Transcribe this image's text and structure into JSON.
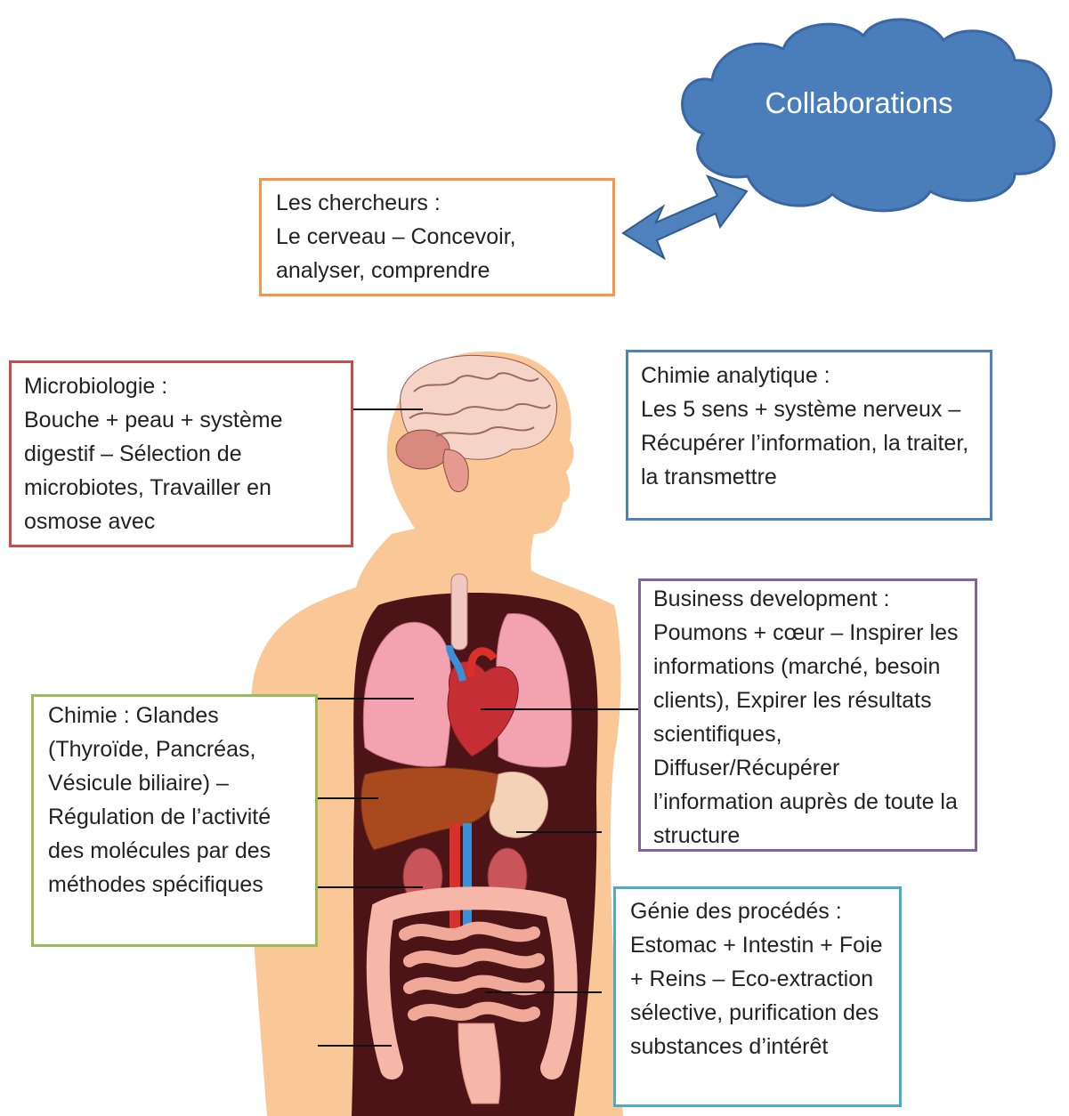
{
  "cloud": {
    "label": "Collaborations",
    "fill": "#4a7ebb",
    "stroke": "#3a67a3"
  },
  "arrow": {
    "fill": "#4f81bd",
    "stroke": "#2f5b95"
  },
  "boxes": {
    "chercheurs": {
      "text": "Les chercheurs :\nLe cerveau – Concevoir, analyser, comprendre",
      "border": "#f79646"
    },
    "microbiologie": {
      "text": "Microbiologie :\nBouche + peau + système digestif – Sélection de microbiotes, Travailler en osmose avec",
      "border": "#c0504d"
    },
    "chimie_analytique": {
      "text": "Chimie analytique :\nLes 5 sens + système nerveux – Récupérer l’information, la traiter, la transmettre",
      "border": "#4f81bd"
    },
    "business": {
      "text": "Business development :\nPoumons + cœur – Inspirer les informations (marché, besoin clients), Expirer les résultats scientifiques, Diffuser/Récupérer l’information auprès de toute la structure",
      "border": "#8064a2"
    },
    "chimie": {
      "text": "Chimie : Glandes (Thyroïde, Pancréas, Vésicule biliaire) – Régulation de l’activité des molécules par des méthodes spécifiques",
      "border": "#9bbb59"
    },
    "genie": {
      "text": "Génie des procédés :\nEstomac + Intestin + Foie + Reins – Eco-extraction sélective, purification des substances d’intérêt",
      "border": "#4bacc6"
    }
  },
  "body_colors": {
    "skin": "#f9c896",
    "skin_shadow": "#f0b47c",
    "cavity": "#4d1418",
    "lungs": "#f3a3b0",
    "heart": "#c62e35",
    "liver": "#a84a1d",
    "stomach": "#f3d2b8",
    "kidneys": "#c9555b",
    "intestine": "#f6b6a8",
    "artery": "#d9302c",
    "vein": "#3b8fd6",
    "brain": "#f6d3c7"
  }
}
